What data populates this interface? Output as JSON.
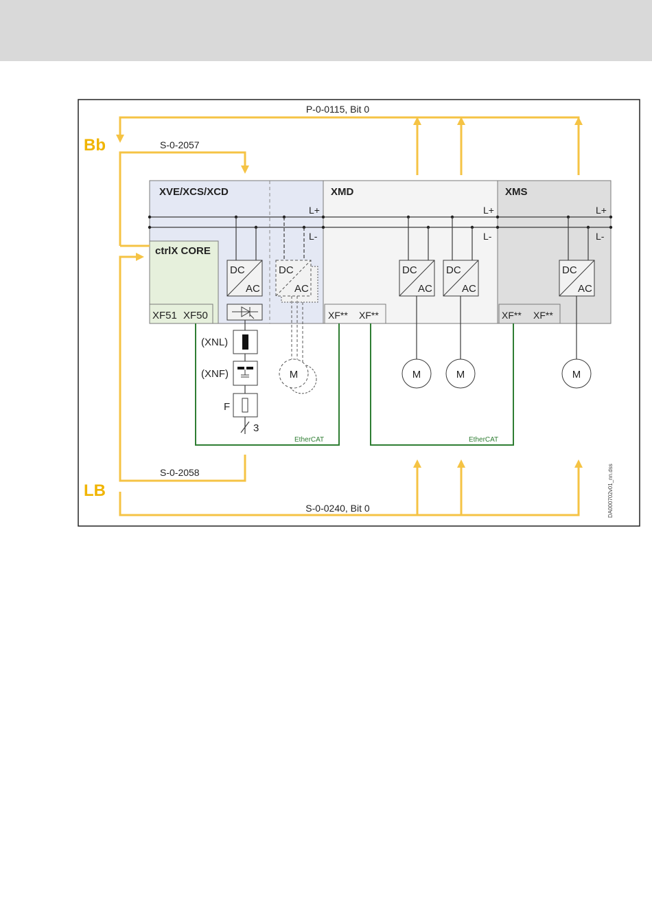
{
  "colors": {
    "signal": "#f5c344",
    "signal_text": "#f0b400",
    "ethercat": "#2e7d32",
    "xve_fill": "#e4e8f4",
    "core_fill": "#e6f0dc",
    "xmd_fill": "#f4f4f4",
    "xms_fill": "#dedede",
    "line": "#3a3a3a"
  },
  "signals": {
    "bb_label": "Bb",
    "lb_label": "LB",
    "top_param": "P-0-0115, Bit 0",
    "bb_param": "S-0-2057",
    "lb_param": "S-0-2058",
    "bottom_param": "S-0-0240, Bit 0"
  },
  "modules": {
    "xve": "XVE/XCS/XCD",
    "xmd": "XMD",
    "xms": "XMS"
  },
  "bus": {
    "plus": "L+",
    "minus": "L-"
  },
  "core": {
    "title": "ctrlX CORE",
    "port1": "XF51",
    "port2": "XF50"
  },
  "ports": {
    "xf": "XF**"
  },
  "converter": {
    "dc": "DC",
    "ac": "AC"
  },
  "motor": "M",
  "components": {
    "xnl": "(XNL)",
    "xnf": "(XNF)",
    "fuse": "F",
    "phases": "3"
  },
  "ethercat": "EtherCAT",
  "doc_id": "DA000702v01_nn.dss"
}
